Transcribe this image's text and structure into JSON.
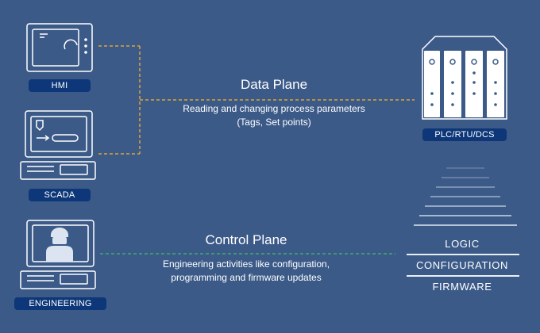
{
  "devices": {
    "hmi": "HMI",
    "scada": "SCADA",
    "engineering": "ENGINEERING",
    "plc": "PLC/RTU/DCS"
  },
  "data_plane": {
    "title": "Data Plane",
    "line1": "Reading and changing process parameters",
    "line2": "(Tags, Set points)"
  },
  "control_plane": {
    "title": "Control Plane",
    "line1": "Engineering activities like configuration,",
    "line2": "programming and firmware updates"
  },
  "stack": [
    "LOGIC",
    "CONFIGURATION",
    "FIRMWARE"
  ],
  "colors": {
    "background": "#3b5a88",
    "pill": "#0d3778",
    "data_line": "#e0a33a",
    "control_line": "#3fae6b"
  }
}
